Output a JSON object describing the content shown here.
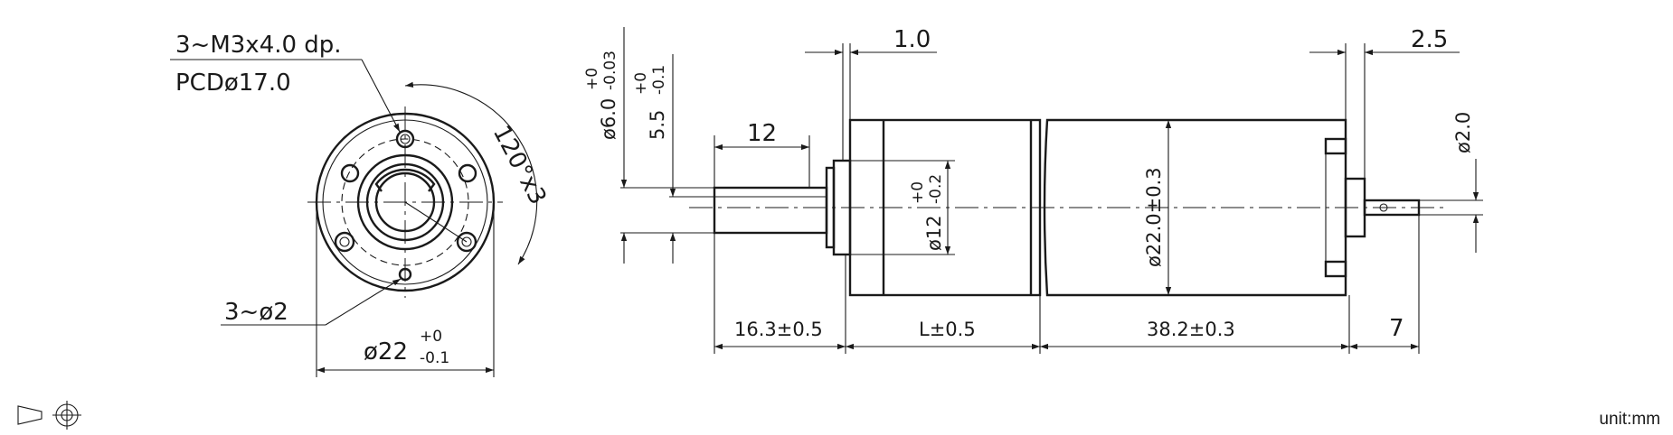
{
  "unit_label": "unit:mm",
  "projection_symbol": "third-angle-projection-icon",
  "front_view": {
    "hole_callout": "3~M3x4.0 dp.",
    "pcd_callout": "PCDø17.0",
    "angle_callout": "120°x3",
    "pin_hole_callout": "3~ø2",
    "outer_dia": {
      "base": "ø22",
      "upper": "+0",
      "lower": "-0.1"
    }
  },
  "side_view": {
    "shaft_dia": {
      "base": "ø6.0",
      "upper": "+0",
      "lower": "-0.03"
    },
    "shaft_flat": {
      "base": "5.5",
      "upper": "+0",
      "lower": "-0.1"
    },
    "shaft_len": "12",
    "flange_thk": "1.0",
    "boss_dia": {
      "base": "ø12",
      "upper": "+0",
      "lower": "-0.2"
    },
    "body_dia": "ø22.0±0.3",
    "end_gap": "2.5",
    "rear_shaft_dia": "ø2.0",
    "front_len": "16.3±0.5",
    "gearbox_len": "L±0.5",
    "motor_len": "38.2±0.3",
    "rear_len": "7"
  }
}
